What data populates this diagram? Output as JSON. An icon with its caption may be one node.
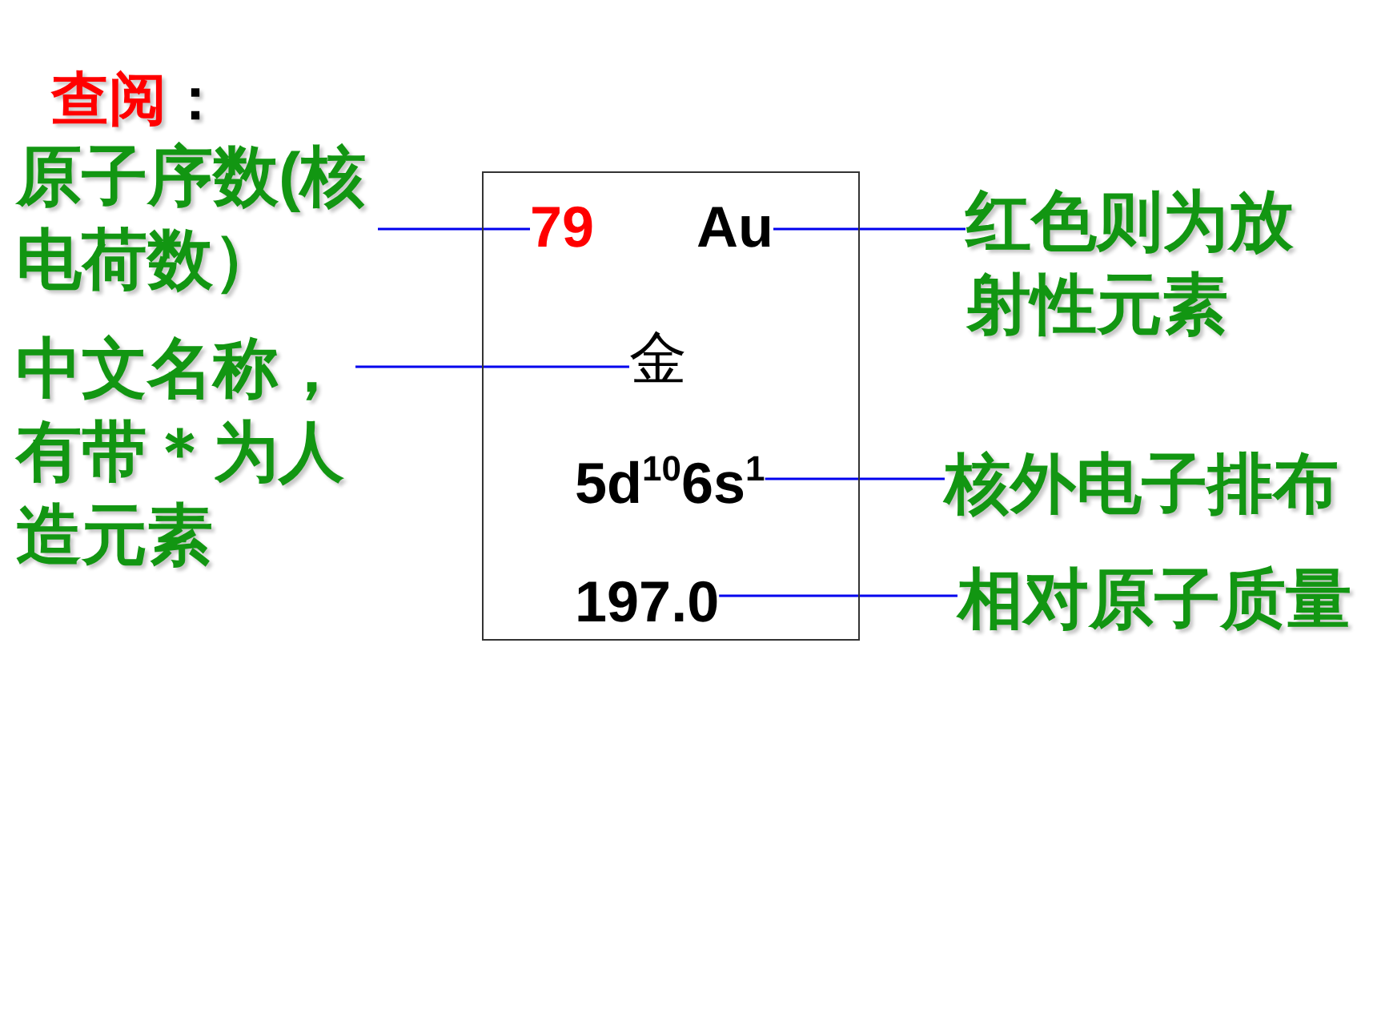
{
  "diagram": {
    "title": "查阅：",
    "nodes": [
      {
        "text": [],
        "shape": "box"
      },
      {
        "text": [
          "79"
        ],
        "in": 0
      },
      {
        "text": [
          "Au"
        ],
        "in": 0
      },
      {
        "text": [
          "金"
        ],
        "in": 0
      },
      {
        "text": [
          "5d$^{10}$6s$^{1}$"
        ],
        "in": 0
      },
      {
        "text": [
          "197.0"
        ],
        "in": 0
      },
      {
        "text": [
          "原子序数(核电荷数）"
        ]
      },
      {
        "text": [
          "中文名称，有带＊为人造元素"
        ]
      },
      {
        "text": [
          "红色则为放射性元素"
        ]
      },
      {
        "text": [
          "核外电子排布"
        ]
      },
      {
        "text": [
          "相对原子质量"
        ]
      }
    ],
    "edges": [
      {
        "from": 6,
        "to": 1,
        "arrow": "none"
      },
      {
        "from": 7,
        "to": 3,
        "arrow": "none"
      },
      {
        "from": 8,
        "to": 2,
        "arrow": "none"
      },
      {
        "from": 9,
        "to": 4,
        "arrow": "none"
      },
      {
        "from": 10,
        "to": 5,
        "arrow": "none"
      }
    ]
  }
}
